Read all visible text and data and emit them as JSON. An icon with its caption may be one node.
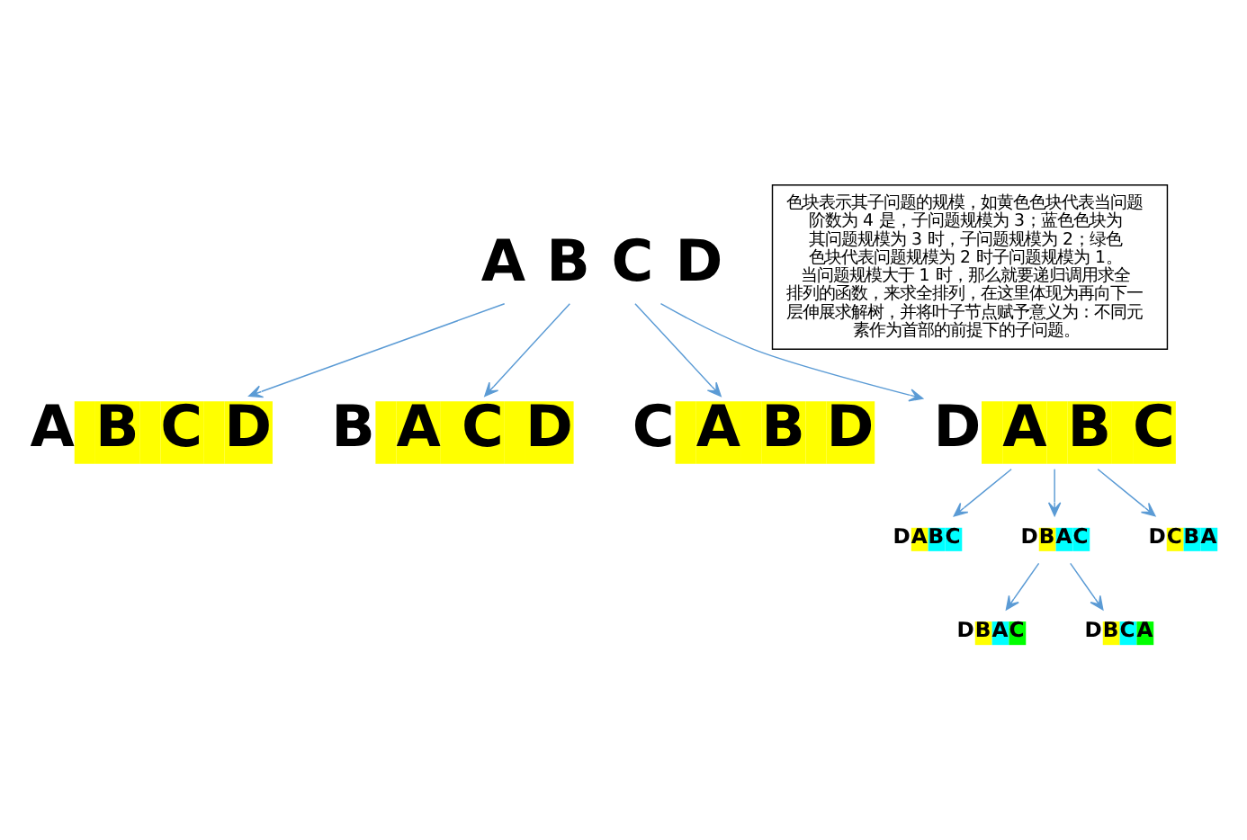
{
  "diagram": {
    "nodes": [
      {
        "text": [
          "A B C D"
        ]
      },
      {
        "text": [
          "A B C D"
        ]
      },
      {
        "text": [
          "B A C D"
        ]
      },
      {
        "text": [
          "C A B D"
        ]
      },
      {
        "text": [
          "D A B C"
        ]
      },
      {
        "text": [
          "DABC"
        ]
      },
      {
        "text": [
          "DBAC"
        ]
      },
      {
        "text": [
          "DCBA"
        ]
      },
      {
        "text": [
          "DBAC"
        ]
      },
      {
        "text": [
          "DBCA"
        ]
      },
      {
        "text": [
          "色块表示其子问题的规模，如黄色色块代表当问题阶数为 4 是，子问题规模为 3；蓝色色块为其问题规模为 3 时，子问题规模为 2；绿色色块代表问题规模为 2 时子问题规模为 1。当问题规模大于 1 时，那么就要递归调用求全排列的函数，来求全排列，在这里体现为再向下一层伸展求解树，并将叶子节点赋予意义为：不同元素作为首部的前提下的子问题。"
        ]
      }
    ],
    "edges": [
      {
        "from": 0,
        "to": 1,
        "arrow": "to"
      },
      {
        "from": 0,
        "to": 2,
        "arrow": "to"
      },
      {
        "from": 0,
        "to": 3,
        "arrow": "to"
      },
      {
        "from": 0,
        "to": 4,
        "arrow": "to"
      },
      {
        "from": 4,
        "to": 5,
        "arrow": "to"
      },
      {
        "from": 4,
        "to": 6,
        "arrow": "to"
      },
      {
        "from": 4,
        "to": 7,
        "arrow": "to"
      },
      {
        "from": 6,
        "to": 8,
        "arrow": "to"
      },
      {
        "from": 6,
        "to": 9,
        "arrow": "to"
      }
    ]
  }
}
